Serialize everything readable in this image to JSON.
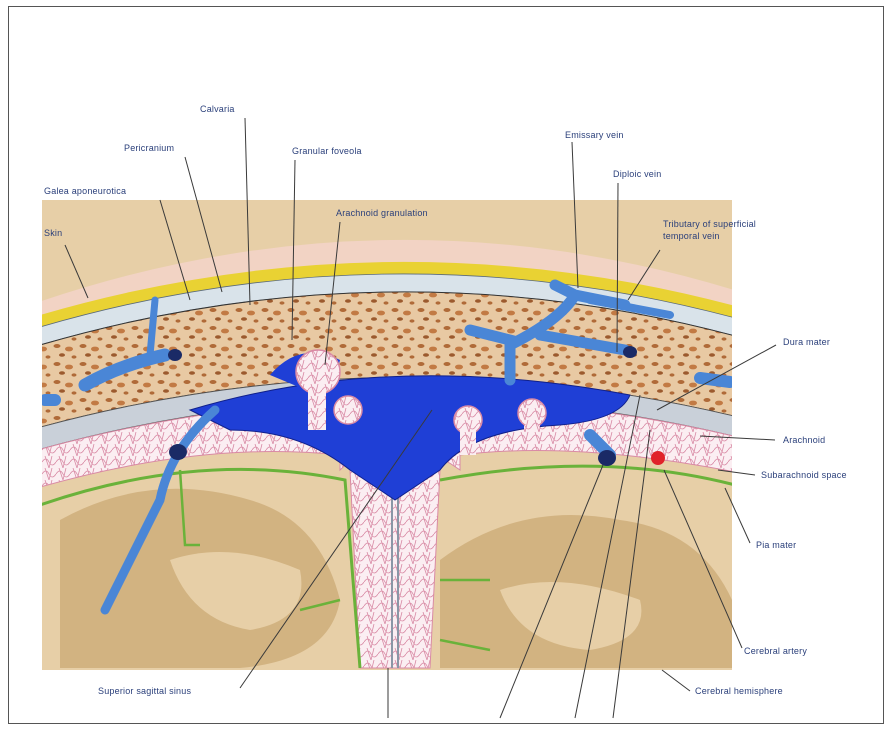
{
  "diagram": {
    "labels": {
      "calvaria": "Calvaria",
      "pericranium": "Pericranium",
      "galea": "Galea aponeurotica",
      "skin": "Skin",
      "granular_foveola": "Granular foveola",
      "arachnoid_granulation": "Arachnoid granulation",
      "emissary_vein": "Emissary vein",
      "diploic_vein": "Diploic vein",
      "tributary_line1": "Tributary of superficial",
      "tributary_line2": "temporal vein",
      "dura_mater": "Dura mater",
      "arachnoid": "Arachnoid",
      "subarachnoid_space": "Subarachnoid space",
      "pia_mater": "Pia mater",
      "cerebral_artery": "Cerebral artery",
      "cerebral_hemisphere": "Cerebral hemisphere",
      "superior_sagittal_sinus": "Superior sagittal sinus"
    },
    "colors": {
      "skin": "#f2d3c4",
      "galea": "#f3e06a",
      "fat_yellow": "#e9d233",
      "periosteum": "#d9e3ea",
      "bone": "#e8c9a3",
      "bone_spots": "#b06a38",
      "sinus": "#1f3fd6",
      "vein": "#4a86d6",
      "dura": "#c9d0d9",
      "arachnoid": "#e0a0b8",
      "pia": "#6ab23a",
      "brain": "#e7cfa7",
      "brain_dark": "#cdab78",
      "artery": "#e0222a",
      "leader": "#3a3a3a"
    }
  }
}
